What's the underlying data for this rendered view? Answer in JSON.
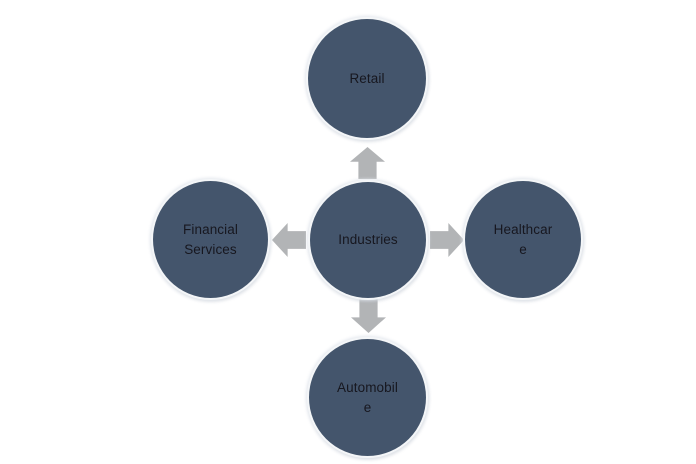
{
  "diagram": {
    "title": "Industries radial relationship diagram",
    "background_color": "#ffffff",
    "node_fill_color": "#44556c",
    "node_text_color": "#17171f",
    "arrow_color": "#b2b4b6",
    "center": {
      "id": "industries",
      "label": "Industries"
    },
    "branches": [
      {
        "id": "retail",
        "label": "Retail",
        "position": "top",
        "arrow": "arrow-up-icon",
        "arrow_direction": "up"
      },
      {
        "id": "healthcare",
        "label": "Healthcar\ne",
        "position": "right",
        "arrow": "arrow-right-icon",
        "arrow_direction": "right"
      },
      {
        "id": "automobile",
        "label": "Automobil\ne",
        "position": "bottom",
        "arrow": "arrow-down-icon",
        "arrow_direction": "down"
      },
      {
        "id": "financial-services",
        "label": "Financial\nServices",
        "position": "left",
        "arrow": "arrow-left-icon",
        "arrow_direction": "left"
      }
    ]
  }
}
